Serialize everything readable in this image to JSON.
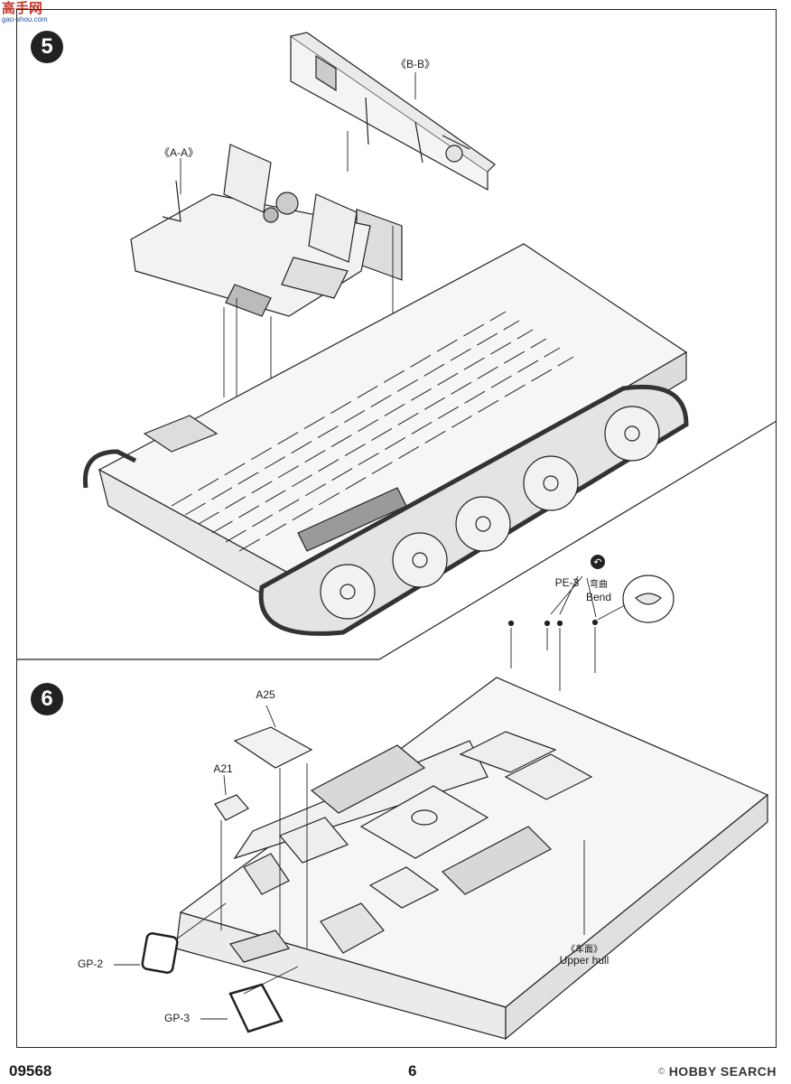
{
  "header": {
    "logo_text": "高手网",
    "logo_sub": "gao-shou.com"
  },
  "step5": {
    "number": "5",
    "callouts": {
      "a_a": "《A-A》",
      "b_b": "《B-B》"
    }
  },
  "step6": {
    "number": "6",
    "parts": {
      "a25": "A25",
      "a21": "A21",
      "gp2": "GP-2",
      "gp3": "GP-3",
      "pe3": "PE-3"
    },
    "bend": {
      "cn": "弯曲",
      "en": "Bend",
      "icon": "bend-arrow-icon"
    },
    "upper_hull": {
      "cn": "《车面》",
      "en": "Upper hull"
    }
  },
  "footer": {
    "kit_number": "09568",
    "page_number": "6",
    "watermark_prefix": "©",
    "watermark": "HOBBY SEARCH"
  },
  "colors": {
    "line": "#222222",
    "fill": "#f4f4f4",
    "badge": "#222222"
  }
}
